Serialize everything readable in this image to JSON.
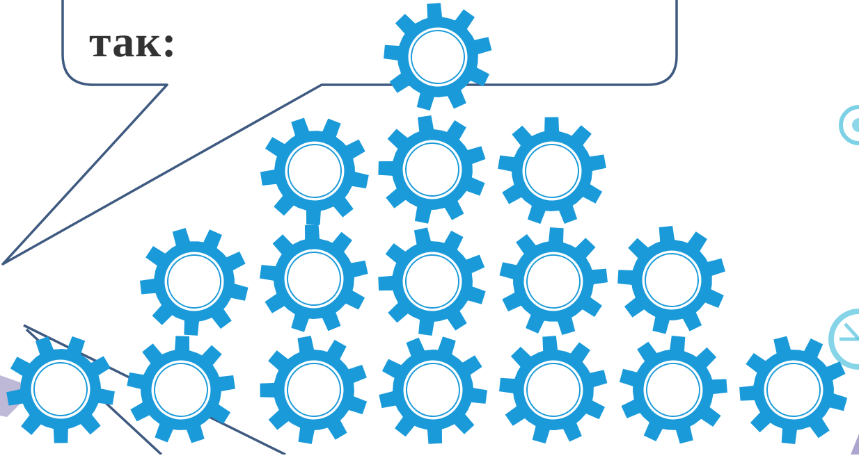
{
  "bubble": {
    "text": "так:",
    "outline_color": "#3f5a80"
  },
  "gears": {
    "color": "#1a9ad9",
    "ring_color": "#ffffff",
    "rows": [
      1,
      3,
      5,
      7
    ],
    "total": 16
  },
  "side_decorations": {
    "colors": [
      "#5cc6e0",
      "#8a7fb8"
    ]
  }
}
